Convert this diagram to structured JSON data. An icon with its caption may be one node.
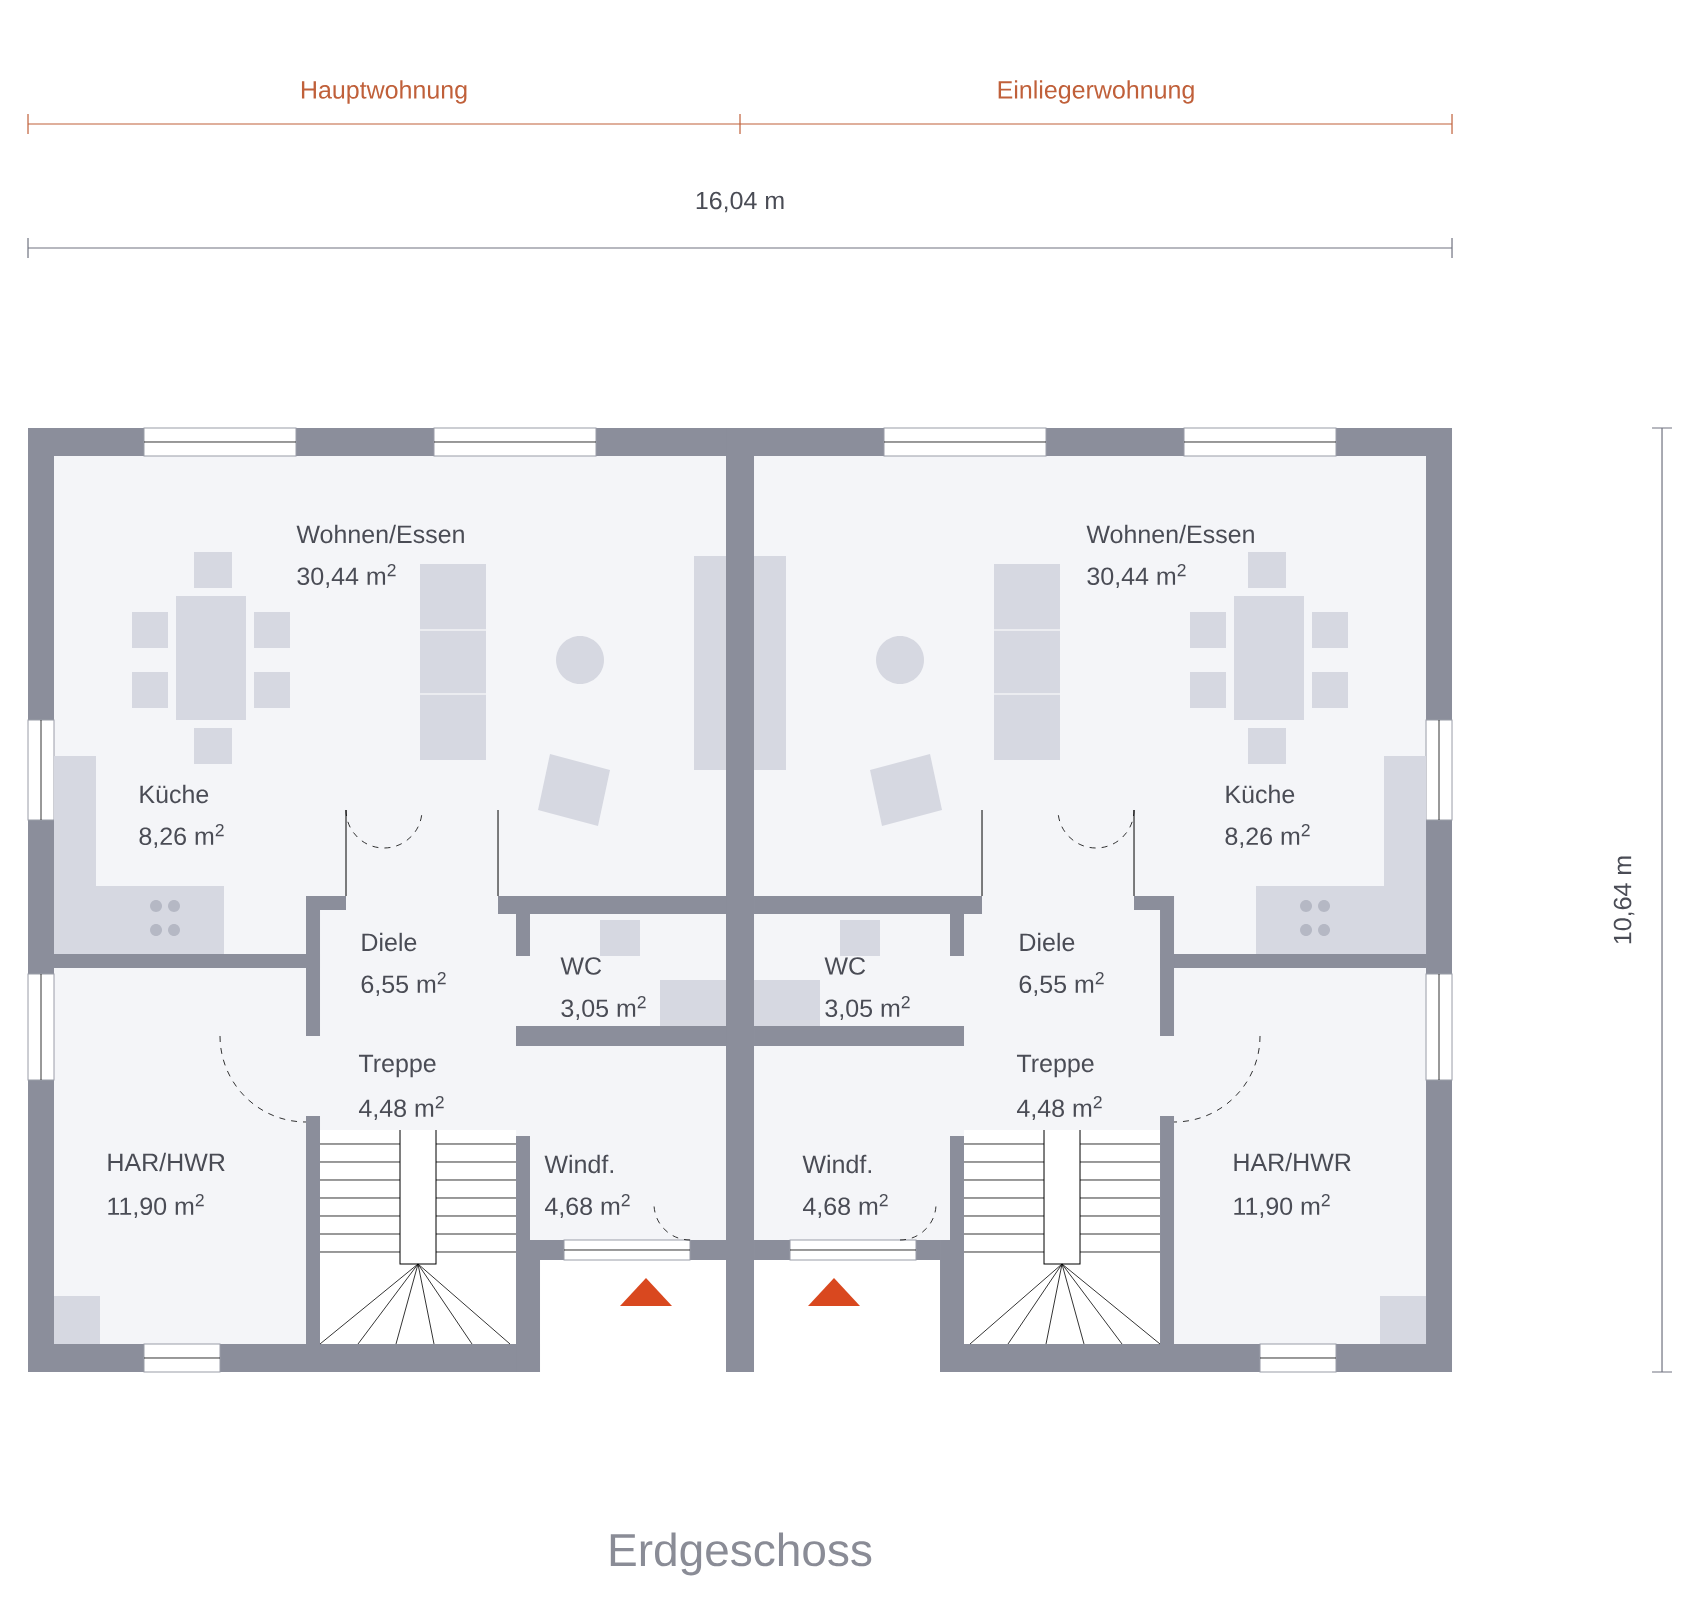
{
  "diagram": {
    "caption": "Erdgeschoss",
    "labels": [
      "Hauptwohnung",
      "Einliegerwohnung",
      "16,04 m",
      "Wohnen/Essen",
      "30,44 m$^{2}$",
      "Wohnen/Essen",
      "30,44 m$^{2}$",
      "Küche",
      "8,26 m$^{2}$",
      "Küche",
      "8,26 m$^{2}$",
      "Diele",
      "6,55 m$^{2}$",
      "WC",
      "3,05 m$^{2}$",
      "WC",
      "3,05 m$^{2}$",
      "Diele",
      "6,55 m$^{2}$",
      "Treppe",
      "4,48 m$^{2}$",
      "Treppe",
      "4,48 m$^{2}$",
      "Windf.",
      "4,68 m$^{2}$",
      "Windf.",
      "4,68 m$^{2}$",
      "HAR/HWR",
      "11,90 m$^{2}$",
      "HAR/HWR",
      "11,90 m$^{2}$",
      "10,64 m"
    ]
  }
}
